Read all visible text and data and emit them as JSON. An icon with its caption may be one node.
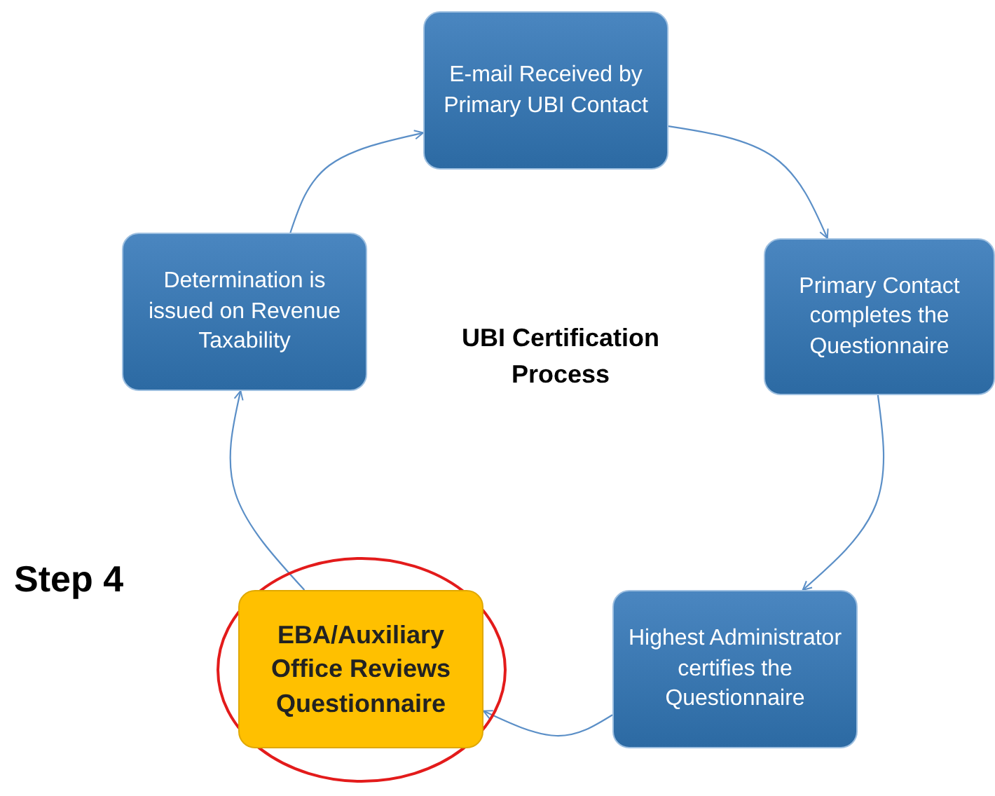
{
  "diagram": {
    "nodes": [
      {
        "text": [
          "E-mail Received by Primary UBI Contact"
        ]
      },
      {
        "text": [
          "Primary Contact completes the Questionnaire"
        ]
      },
      {
        "text": [
          "Highest Administrator certifies the Questionnaire"
        ]
      },
      {
        "text": [],
        "shape": "circle"
      },
      {
        "text": [
          "EBA/Auxiliary Office Reviews Questionnaire"
        ],
        "in": 3
      },
      {
        "text": [
          "Determination is issued on Revenue Taxability"
        ]
      }
    ],
    "edges": [
      {
        "from": 0,
        "to": 1,
        "arrow": "to"
      },
      {
        "from": 1,
        "to": 2,
        "arrow": "to"
      },
      {
        "from": 2,
        "to": 4,
        "arrow": "to"
      },
      {
        "from": 4,
        "to": 5,
        "arrow": "to"
      },
      {
        "from": 5,
        "to": 0,
        "arrow": "to"
      }
    ],
    "labels": [
      "UBI Certification Process",
      "Step 4"
    ]
  }
}
